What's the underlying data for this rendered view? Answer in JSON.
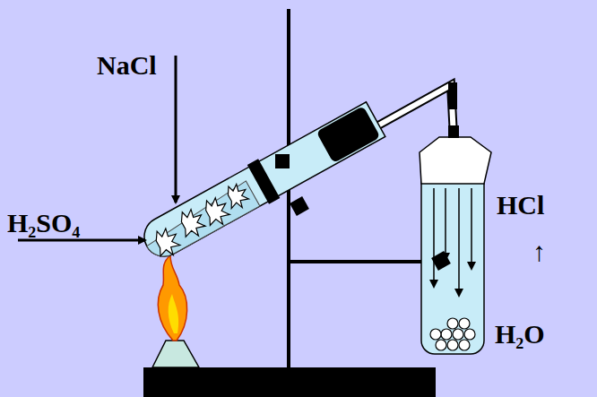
{
  "diagram": {
    "labels": [
      "NaCl",
      "H₂SO₄",
      "HCl",
      "↑",
      "H₂O"
    ]
  }
}
